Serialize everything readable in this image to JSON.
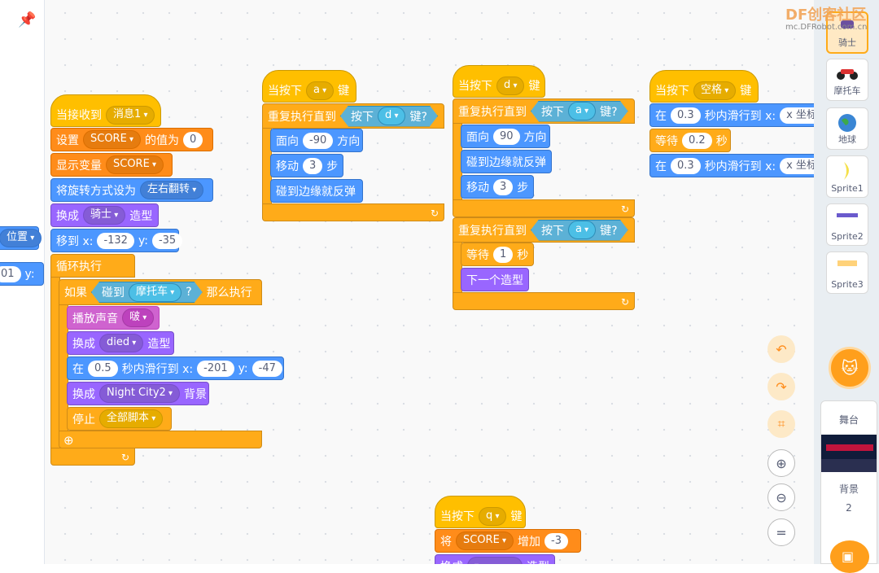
{
  "blocks": {
    "g1_hat": "当接收到",
    "g1_msg": "消息1",
    "g1_set": "设置",
    "g1_setvar": "SCORE",
    "g1_setto": "的值为",
    "g1_setval": "0",
    "g1_show": "显示变量",
    "g1_showvar": "SCORE",
    "g1_rot": "将旋转方式设为",
    "g1_rotval": "左右翻转",
    "g1_sw": "换成",
    "g1_cos": "骑士",
    "g1_cosw": "造型",
    "g1_go": "移到 x:",
    "g1_gox": "-132",
    "g1_goy_l": "y:",
    "g1_goy": "-35",
    "g1_loop": "循环执行",
    "g1_if": "如果",
    "g1_touch": "碰到",
    "g1_touchobj": "摩托车",
    "g1_q": "?",
    "g1_then": "那么执行",
    "g1_play": "播放声音",
    "g1_sound": "啵",
    "g1_sw2": "换成",
    "g1_cos2": "died",
    "g1_cosw2": "造型",
    "g1_glide_in": "在",
    "g1_glide_t": "0.5",
    "g1_glide_txt": "秒内滑行到 x:",
    "g1_glide_x": "-201",
    "g1_glide_yl": "y:",
    "g1_glide_y": "-47",
    "g1_bg": "换成",
    "g1_bgval": "Night City2",
    "g1_bgw": "背景",
    "g1_stop": "停止",
    "g1_stopval": "全部脚本",
    "g2_hat": "当按下",
    "g2_key": "a",
    "g2_keyw": "键",
    "g2_rep": "重复执行直到",
    "g2_press": "按下",
    "g2_pkey": "d",
    "g2_pkeyw": "键?",
    "g2_face": "面向",
    "g2_faceval": "-90",
    "g2_facew": "方向",
    "g2_move": "移动",
    "g2_moveval": "3",
    "g2_movew": "步",
    "g2_bounce": "碰到边缘就反弹",
    "g3_hat": "当按下",
    "g3_key": "d",
    "g3_keyw": "键",
    "g3_rep": "重复执行直到",
    "g3_press": "按下",
    "g3_pkey": "a",
    "g3_pkeyw": "键?",
    "g3_face": "面向",
    "g3_faceval": "90",
    "g3_facew": "方向",
    "g3_bounce": "碰到边缘就反弹",
    "g3_move": "移动",
    "g3_moveval": "3",
    "g3_movew": "步",
    "g3_rep2": "重复执行直到",
    "g3_press2": "按下",
    "g3_pkey2": "a",
    "g3_pkeyw2": "键?",
    "g3_wait": "等待",
    "g3_waitval": "1",
    "g3_waitw": "秒",
    "g3_next": "下一个造型",
    "g4_hat": "当按下",
    "g4_key": "空格",
    "g4_keyw": "键",
    "g4_glide1_in": "在",
    "g4_glide1_t": "0.3",
    "g4_glide1_txt": "秒内滑行到 x:",
    "g4_glide1_x": "x 坐标",
    "g4_wait": "等待",
    "g4_waitval": "0.2",
    "g4_waitw": "秒",
    "g4_glide2_in": "在",
    "g4_glide2_t": "0.3",
    "g4_glide2_txt": "秒内滑行到 x:",
    "g4_glide2_x": "x 坐标",
    "g5_hat": "当按下",
    "g5_key": "q",
    "g5_keyw": "键",
    "g5_chg": "将",
    "g5_var": "SCORE",
    "g5_inc": "增加",
    "g5_val": "-3",
    "g5_sw": "换成",
    "g5_sww": "造型",
    "left_dd": "位置",
    "left_num": "01",
    "left_y": "y:"
  },
  "sprites": [
    {
      "name": "骑士",
      "selected": true
    },
    {
      "name": "摩托车",
      "selected": false
    },
    {
      "name": "地球",
      "selected": false
    },
    {
      "name": "Sprite1",
      "selected": false
    },
    {
      "name": "Sprite2",
      "selected": false
    },
    {
      "name": "Sprite3",
      "selected": false
    }
  ],
  "stage": {
    "title": "舞台",
    "bg_label": "背景",
    "bg_count": "2"
  },
  "watermark": {
    "line1": "DF创客社区",
    "line2": "mc.DFRobot.com.cn"
  },
  "zoom_icons": [
    "undo-icon",
    "redo-icon",
    "crop-icon",
    "zoom-in-icon",
    "zoom-out-icon",
    "zoom-reset-icon"
  ],
  "colors": {
    "events": "#ffbf00",
    "control": "#ffab19",
    "variables": "#ff8c1a",
    "motion": "#4c97ff",
    "looks": "#9966ff",
    "sound": "#cf63cf",
    "sensing": "#5cb1d6"
  }
}
